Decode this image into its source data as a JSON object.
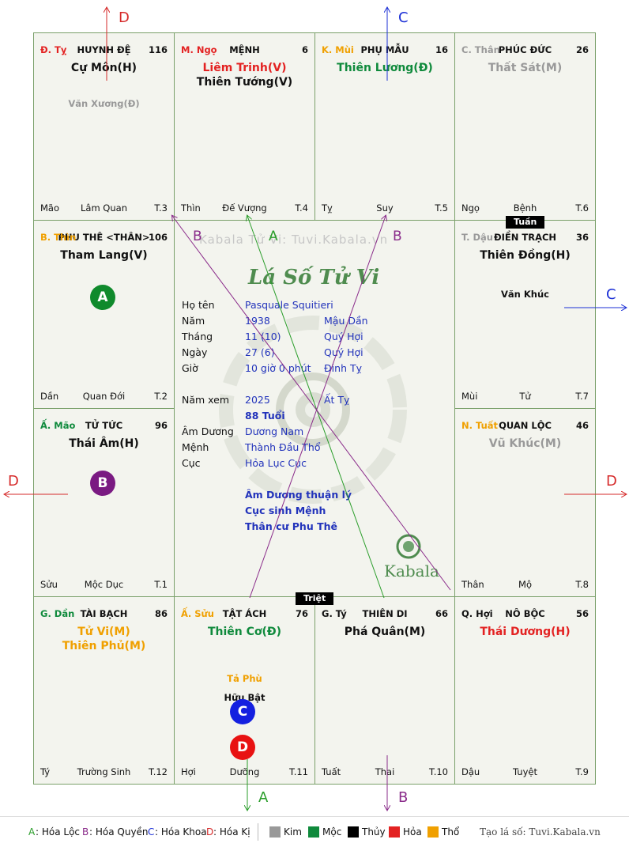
{
  "colors": {
    "kim": "#999999",
    "moc": "#0f8a3c",
    "thuy": "#000000",
    "hoa": "#e32222",
    "tho": "#f0a000",
    "green_line": "#2a9d2a",
    "purple_line": "#8a2b8a",
    "blue_line": "#1b2fd6",
    "red_line": "#d62a2a",
    "grid": "#7aa06a"
  },
  "cells": {
    "ty_r": {
      "can": "Đ. Tỵ",
      "can_color": "#e32222",
      "palace": "HUYNH ĐỆ",
      "num": "116",
      "stars": [
        {
          "name": "Cự Môn(H)",
          "color": "#111111"
        }
      ],
      "minor": [
        {
          "name": "Văn Xương(Đ)",
          "color": "#999999"
        }
      ],
      "foot_l": "Mão",
      "foot_m": "Lâm Quan",
      "foot_r": "T.3"
    },
    "ngo": {
      "can": "M. Ngọ",
      "can_color": "#e32222",
      "palace": "MỆNH",
      "num": "6",
      "stars": [
        {
          "name": "Liêm Trinh(V)",
          "color": "#e32222"
        },
        {
          "name": "Thiên Tướng(V)",
          "color": "#111111"
        }
      ],
      "minor": [],
      "foot_l": "Thìn",
      "foot_m": "Đế Vượng",
      "foot_r": "T.4"
    },
    "mui": {
      "can": "K. Mùi",
      "can_color": "#f0a000",
      "palace": "PHỤ MẪU",
      "num": "16",
      "stars": [
        {
          "name": "Thiên Lương(Đ)",
          "color": "#0f8a3c"
        }
      ],
      "minor": [],
      "foot_l": "Tỵ",
      "foot_m": "Suy",
      "foot_r": "T.5"
    },
    "than_k": {
      "can": "C. Thân",
      "can_color": "#999999",
      "palace": "PHÚC ĐỨC",
      "num": "26",
      "stars": [
        {
          "name": "Thất Sát(M)",
          "color": "#999999"
        }
      ],
      "minor": [],
      "foot_l": "Ngọ",
      "foot_m": "Bệnh",
      "foot_r": "T.6"
    },
    "thin": {
      "can": "B. Thìn",
      "can_color": "#f0a000",
      "palace": "PHU THÊ <THÂN>",
      "num": "106",
      "stars": [
        {
          "name": "Tham Lang(V)",
          "color": "#111111"
        }
      ],
      "minor": [],
      "foot_l": "Dần",
      "foot_m": "Quan Đới",
      "foot_r": "T.2"
    },
    "dau": {
      "can": "T. Dậu",
      "can_color": "#999999",
      "palace": "ĐIỀN TRẠCH",
      "num": "36",
      "stars": [
        {
          "name": "Thiên Đồng(H)",
          "color": "#111111"
        }
      ],
      "minor": [
        {
          "name": "Văn Khúc",
          "color": "#111111"
        }
      ],
      "foot_l": "Mùi",
      "foot_m": "Tử",
      "foot_r": "T.7"
    },
    "mao": {
      "can": "Ấ. Mão",
      "can_color": "#0f8a3c",
      "palace": "TỬ TỨC",
      "num": "96",
      "stars": [
        {
          "name": "Thái Âm(H)",
          "color": "#111111"
        }
      ],
      "minor": [],
      "foot_l": "Sửu",
      "foot_m": "Mộc Dục",
      "foot_r": "T.1"
    },
    "tuat": {
      "can": "N. Tuất",
      "can_color": "#f0a000",
      "palace": "QUAN LỘC",
      "num": "46",
      "stars": [
        {
          "name": "Vũ Khúc(M)",
          "color": "#999999"
        }
      ],
      "minor": [],
      "foot_l": "Thân",
      "foot_m": "Mộ",
      "foot_r": "T.8"
    },
    "dan": {
      "can": "G. Dần",
      "can_color": "#0f8a3c",
      "palace": "TÀI BẠCH",
      "num": "86",
      "stars": [
        {
          "name": "Tử Vi(M)",
          "color": "#f0a000"
        },
        {
          "name": "Thiên Phủ(M)",
          "color": "#f0a000"
        }
      ],
      "minor": [],
      "foot_l": "Tý",
      "foot_m": "Trường Sinh",
      "foot_r": "T.12"
    },
    "suu": {
      "can": "Ấ. Sửu",
      "can_color": "#f0a000",
      "palace": "TẬT ÁCH",
      "num": "76",
      "stars": [
        {
          "name": "Thiên Cơ(Đ)",
          "color": "#0f8a3c"
        }
      ],
      "minor": [
        {
          "name": "Tả Phù",
          "color": "#f0a000"
        },
        {
          "name": "Hữu Bật",
          "color": "#111111"
        }
      ],
      "foot_l": "Hợi",
      "foot_m": "Dưỡng",
      "foot_r": "T.11"
    },
    "ty_n": {
      "can": "G. Tý",
      "can_color": "#111111",
      "palace": "THIÊN DI",
      "num": "66",
      "stars": [
        {
          "name": "Phá Quân(M)",
          "color": "#111111"
        }
      ],
      "minor": [],
      "foot_l": "Tuất",
      "foot_m": "Thai",
      "foot_r": "T.10"
    },
    "hoi": {
      "can": "Q. Hợi",
      "can_color": "#111111",
      "palace": "NÔ BỘC",
      "num": "56",
      "stars": [
        {
          "name": "Thái Dương(H)",
          "color": "#e32222"
        }
      ],
      "minor": [],
      "foot_l": "Dậu",
      "foot_m": "Tuyệt",
      "foot_r": "T.9"
    }
  },
  "tags": {
    "tuan": "Tuần",
    "triet": "Triệt"
  },
  "badges": {
    "a": "A",
    "b": "B",
    "c": "C",
    "d": "D"
  },
  "arrow_labels": {
    "d": "D",
    "c": "C",
    "a": "A",
    "b": "B"
  },
  "center": {
    "watermark": "Kabala Tử Vi: Tuvi.Kabala.vn",
    "title": "Lá Số Tử Vi",
    "rows": [
      {
        "label": "Họ tên",
        "v1": "Pasquale Squitieri",
        "v2": ""
      },
      {
        "label": "Năm",
        "v1": "1938",
        "v2": "Mậu Dần"
      },
      {
        "label": "Tháng",
        "v1": "11 (10)",
        "v2": "Quý Hợi"
      },
      {
        "label": "Ngày",
        "v1": "27 (6)",
        "v2": "Quý Hợi"
      },
      {
        "label": "Giờ",
        "v1": "10 giờ 0 phút",
        "v2": "Đinh Tỵ"
      }
    ],
    "namxem": {
      "label": "Năm xem",
      "v1": "2025",
      "v2": "Ất Tỵ"
    },
    "tuoi": "88 Tuổi",
    "rows2": [
      {
        "label": "Âm Dương",
        "v1": "Dương Nam"
      },
      {
        "label": "Mệnh",
        "v1": "Thành Đầu Thổ"
      },
      {
        "label": "Cục",
        "v1": "Hỏa Lục Cục"
      }
    ],
    "notes": [
      "Âm Dương thuận lý",
      "Cục sinh Mệnh",
      "Thân cư Phu Thê"
    ],
    "logo": "Kabala"
  },
  "legend": {
    "a_key": "A",
    "a_text": ": Hóa Lộc",
    "b_key": "B",
    "b_text": ": Hóa Quyền",
    "c_key": "C",
    "c_text": ": Hóa Khoa",
    "d_key": "D",
    "d_text": ": Hóa Kị",
    "kim": "Kim",
    "moc": "Mộc",
    "thuy": "Thủy",
    "hoa": "Hỏa",
    "tho": "Thổ",
    "site": "Tạo lá số: Tuvi.Kabala.vn"
  }
}
